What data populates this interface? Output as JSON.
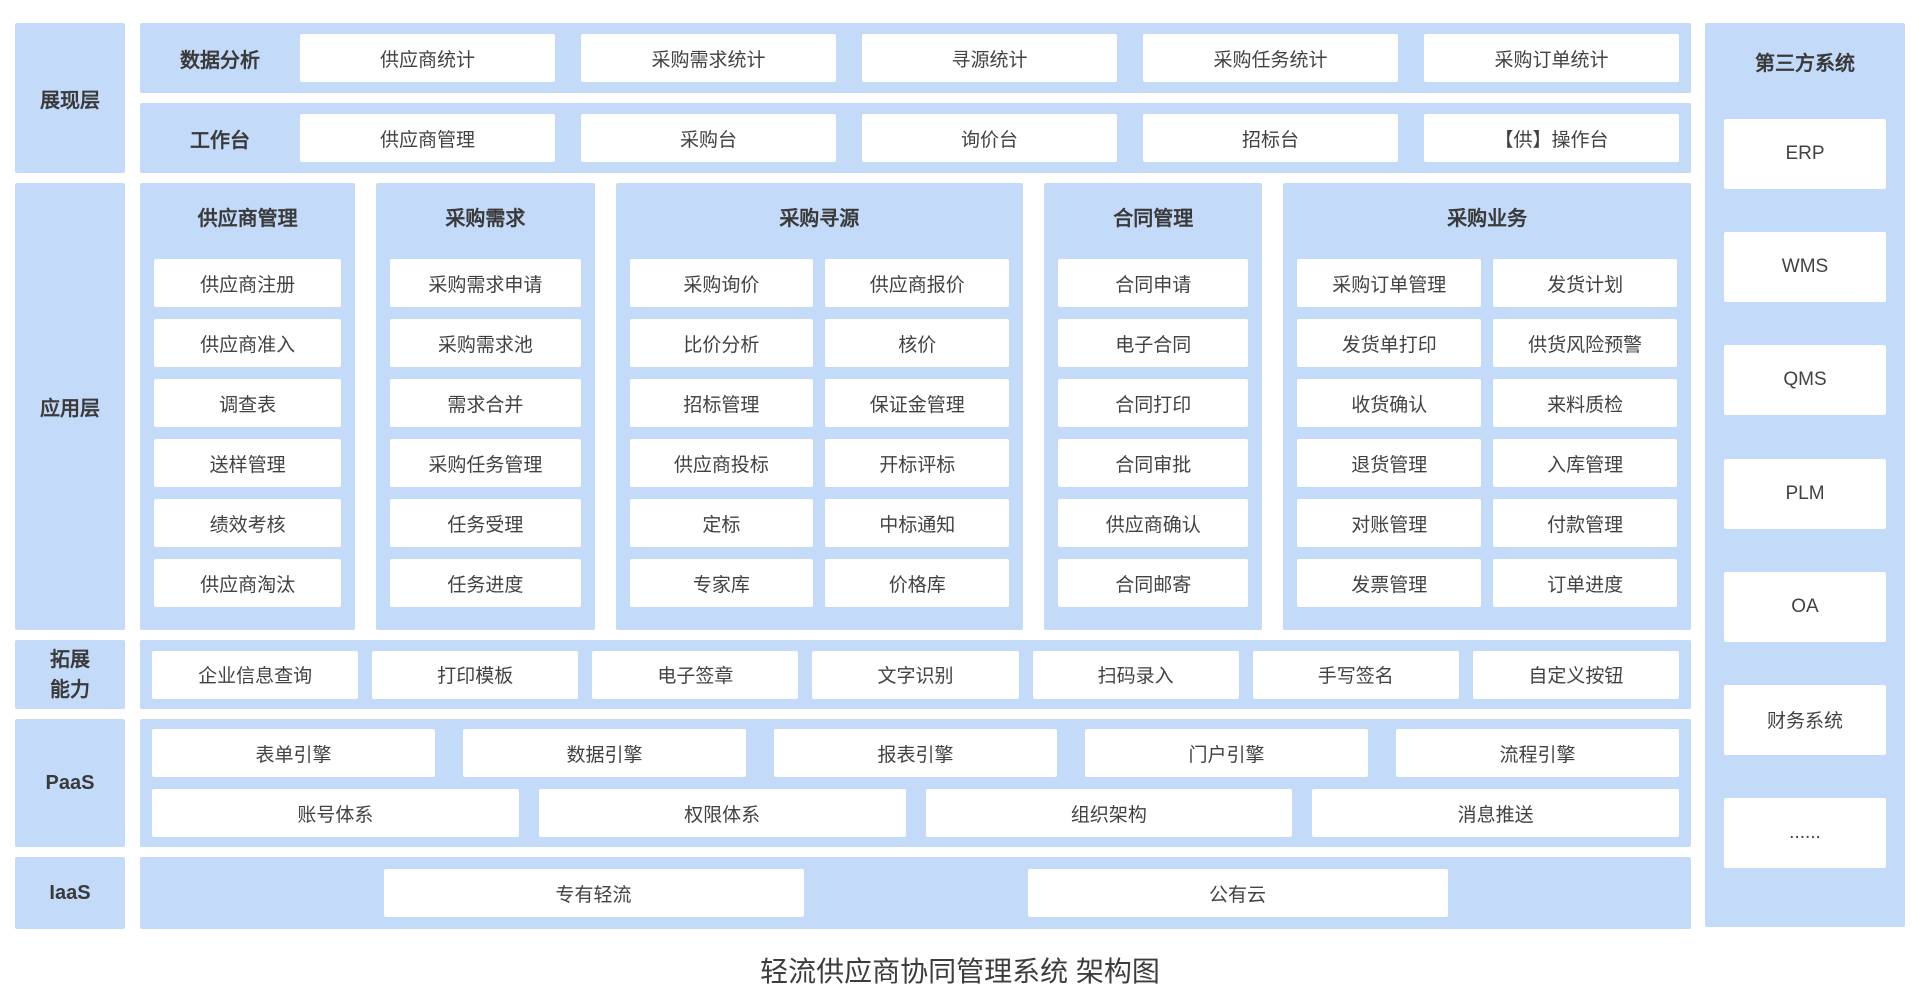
{
  "title": "轻流供应商协同管理系统 架构图",
  "colors": {
    "container_blue": "#C3DAF9",
    "box_white": "#FFFFFF",
    "text_dark": "#424242",
    "heading_dark": "#3A3A3A",
    "page_background": "#FFFFFF"
  },
  "layers": {
    "presentation": {
      "label": "展现层",
      "rows": [
        {
          "label": "数据分析",
          "items": [
            "供应商统计",
            "采购需求统计",
            "寻源统计",
            "采购任务统计",
            "采购订单统计"
          ]
        },
        {
          "label": "工作台",
          "items": [
            "供应商管理",
            "采购台",
            "询价台",
            "招标台",
            "【供】操作台"
          ]
        }
      ]
    },
    "application": {
      "label": "应用层",
      "columns": [
        {
          "title": "供应商管理",
          "layout": "one",
          "items": [
            "供应商注册",
            "供应商准入",
            "调查表",
            "送样管理",
            "绩效考核",
            "供应商淘汰"
          ]
        },
        {
          "title": "采购需求",
          "layout": "one",
          "items": [
            "采购需求申请",
            "采购需求池",
            "需求合并",
            "采购任务管理",
            "任务受理",
            "任务进度"
          ]
        },
        {
          "title": "采购寻源",
          "layout": "two",
          "items": [
            "采购询价",
            "供应商报价",
            "比价分析",
            "核价",
            "招标管理",
            "保证金管理",
            "供应商投标",
            "开标评标",
            "定标",
            "中标通知",
            "专家库",
            "价格库"
          ]
        },
        {
          "title": "合同管理",
          "layout": "one",
          "items": [
            "合同申请",
            "电子合同",
            "合同打印",
            "合同审批",
            "供应商确认",
            "合同邮寄"
          ]
        },
        {
          "title": "采购业务",
          "layout": "two",
          "items": [
            "采购订单管理",
            "发货计划",
            "发货单打印",
            "供货风险预警",
            "收货确认",
            "来料质检",
            "退货管理",
            "入库管理",
            "对账管理",
            "付款管理",
            "发票管理",
            "订单进度"
          ]
        }
      ]
    },
    "extension": {
      "label": "拓展能力",
      "items": [
        "企业信息查询",
        "打印模板",
        "电子签章",
        "文字识别",
        "扫码录入",
        "手写签名",
        "自定义按钮"
      ]
    },
    "paas": {
      "label": "PaaS",
      "rows": [
        [
          "表单引擎",
          "数据引擎",
          "报表引擎",
          "门户引擎",
          "流程引擎"
        ],
        [
          "账号体系",
          "权限体系",
          "组织架构",
          "消息推送"
        ]
      ]
    },
    "iaas": {
      "label": "IaaS",
      "items": [
        "专有轻流",
        "公有云"
      ]
    },
    "third_party": {
      "label": "第三方系统",
      "items": [
        "ERP",
        "WMS",
        "QMS",
        "PLM",
        "OA",
        "财务系统",
        "......"
      ]
    }
  }
}
